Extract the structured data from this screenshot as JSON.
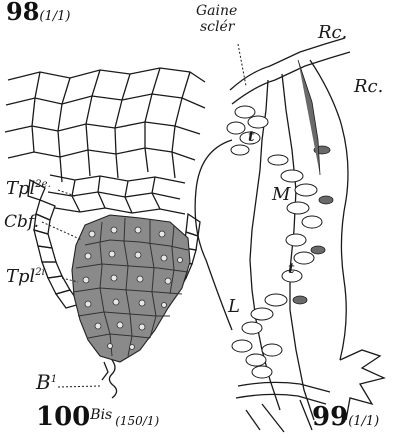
{
  "figures": {
    "fig98": {
      "number": "98",
      "scale": "(1/1)"
    },
    "fig100": {
      "number": "100",
      "suffix": "Bis",
      "scale": "(150/1)"
    },
    "fig99": {
      "number": "99",
      "scale": "(1/1)"
    }
  },
  "labels": {
    "gaine_1": "Gaine",
    "gaine_2": "sclér",
    "rc_1": "Rc.",
    "rc_2": "Rc.",
    "t_upper": "t",
    "m": "M",
    "t_lower": "t",
    "l": "L",
    "tpl_2e": "Tpl",
    "tpl_2e_sup": "2e.",
    "cbf": "Cbf.",
    "tpl_2i": "Tpl",
    "tpl_2i_sup": "2i.",
    "b1": "B",
    "b1_sup": "1"
  },
  "colors": {
    "ink": "#1a1a1a",
    "cell_fill": "#8a8a8a",
    "background": "#ffffff"
  }
}
